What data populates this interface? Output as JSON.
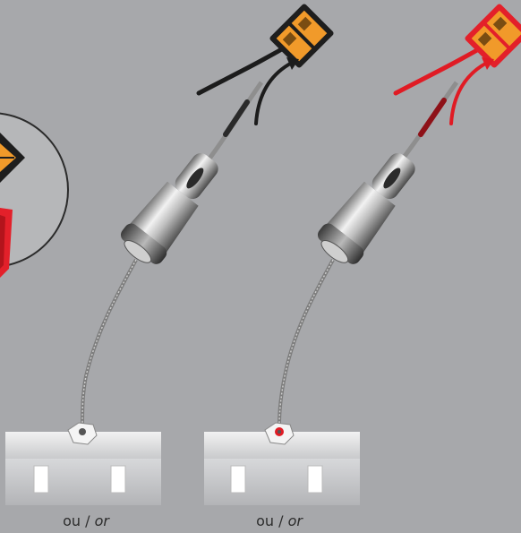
{
  "captions": {
    "left": {
      "main": "ou",
      "sep": " / ",
      "alt": "or"
    },
    "right": {
      "main": "ou",
      "sep": " / ",
      "alt": "or"
    }
  },
  "colors": {
    "background": "#a7a8ab",
    "black_wire": "#1c1c1c",
    "red_wire": "#e01b24",
    "connector_body_black": "#1e1e1e",
    "connector_body_red": "#e3202a",
    "connector_pad": "#f19a2a",
    "red_nut_accent": "#e01b24"
  },
  "icons": {
    "connector": "wire-connector-icon",
    "arrow": "insert-arrow-icon",
    "tool": "crimp-tool-icon",
    "nut": "hex-nut-icon"
  }
}
